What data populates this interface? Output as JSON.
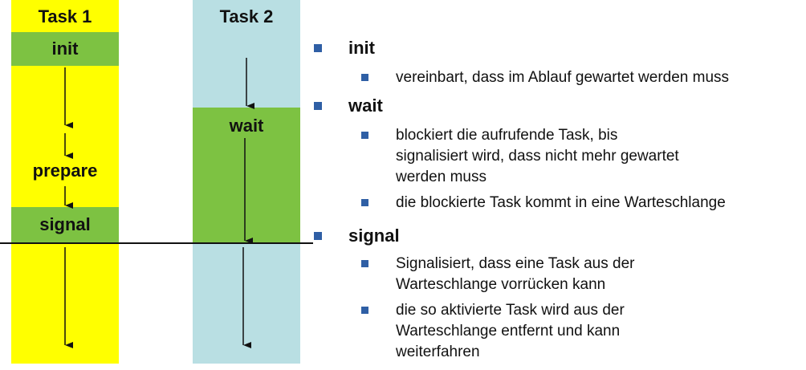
{
  "diagram": {
    "task1": {
      "title": "Task 1",
      "steps": {
        "init": "init",
        "prepare": "prepare",
        "signal": "signal"
      }
    },
    "task2": {
      "title": "Task 2",
      "steps": {
        "wait": "wait"
      }
    }
  },
  "bullets": [
    {
      "term": "init",
      "subs": [
        "vereinbart, dass im Ablauf gewartet werden muss"
      ]
    },
    {
      "term": "wait",
      "subs": [
        "blockiert die aufrufende Task, bis signalisiert wird, dass nicht mehr gewartet werden muss",
        "die blockierte Task kommt in eine Warteschlange"
      ]
    },
    {
      "term": "signal",
      "subs": [
        "Signalisiert, dass eine Task aus der Warteschlange vorrücken kann",
        "die so aktivierte Task wird aus der Warteschlange entfernt und kann weiterfahren"
      ]
    }
  ],
  "colors": {
    "task1_bg": "#ffff00",
    "task2_bg": "#b9dfe3",
    "step_green": "#7dc242",
    "bullet_blue": "#2f5fa5"
  }
}
